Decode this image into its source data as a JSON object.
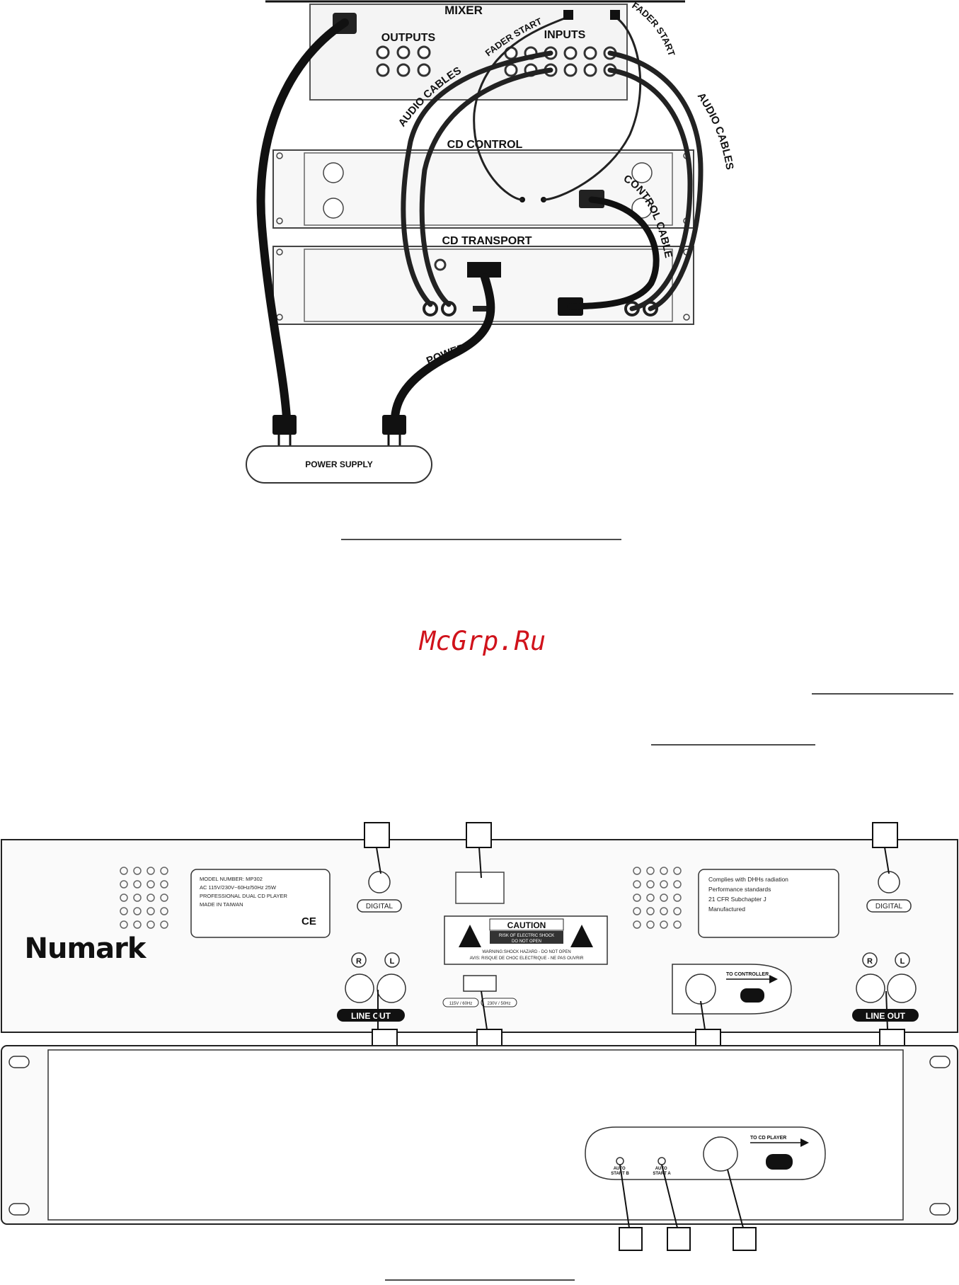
{
  "watermark": "McGrp.Ru",
  "setup_diagram": {
    "mixer": "MIXER",
    "outputs": "OUTPUTS",
    "inputs": "INPUTS",
    "fader_start_1": "FADER START",
    "fader_start_2": "FADER START",
    "audio_cables_1": "AUDIO CABLES",
    "audio_cables_2": "AUDIO CABLES",
    "cd_control": "CD CONTROL",
    "control_cable": "CONTROL CABLE",
    "cd_transport": "CD TRANSPORT",
    "power": "POWER",
    "power_supply": "POWER SUPPLY"
  },
  "rear_panel": {
    "brand": "Numark",
    "model_label": [
      "MODEL NUMBER: MP302",
      "AC 115V/230V~60Hz/50Hz 25W",
      "PROFESSIONAL DUAL CD PLAYER",
      "MADE IN TAIWAN"
    ],
    "ce_mark": "CE",
    "compliance_label": [
      "Complies with DHHs radiation",
      "Performance standards",
      "21 CFR Subchapter J",
      "Manufactured"
    ],
    "digital_left": "DIGITAL",
    "digital_right": "DIGITAL",
    "caution_title": "CAUTION",
    "caution_sub_1": "RISK OF ELECTRIC SHOCK",
    "caution_sub_2": "DO NOT OPEN",
    "caution_line_1": "WARNING:SHOCK HAZARD - DO NOT OPEN",
    "caution_line_2": "AVIS: RISQUE DE CHOC ELECTRIQUE - NE PAS OUVRIR",
    "voltage_115": "115V / 60Hz",
    "voltage_230": "230V / 50Hz",
    "r_left": "R",
    "l_left": "L",
    "r_right": "R",
    "l_right": "L",
    "line_out_left": "LINE OUT",
    "line_out_right": "LINE OUT",
    "to_controller": "TO CONTROLLER"
  },
  "controller_panel": {
    "auto_start_b": [
      "AUTO",
      "START B"
    ],
    "auto_start_a": [
      "AUTO",
      "START A"
    ],
    "to_cd_player": "TO CD PLAYER"
  }
}
